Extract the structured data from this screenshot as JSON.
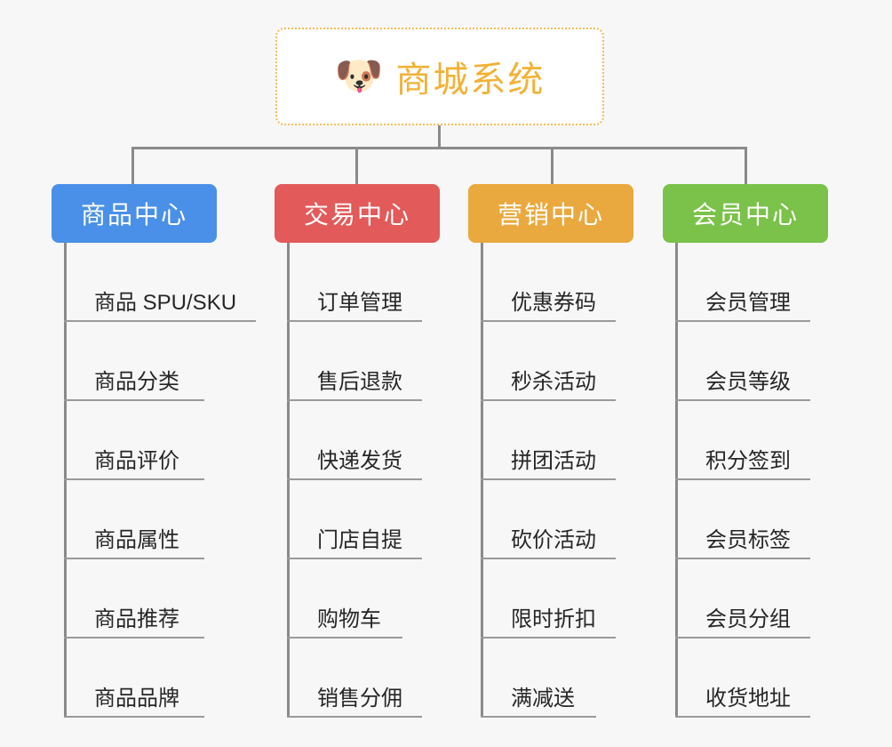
{
  "diagram": {
    "title": "商城系统",
    "type": "mindmap",
    "background_color": "#f7f7f7",
    "connector_color": "#8a8a8a",
    "root": {
      "label": "商城系统",
      "icon": "dog-face-emoji",
      "icon_glyph": "🐶",
      "text_color": "#f2b135",
      "border_color": "#f2bb5a",
      "background_color": "#ffffff"
    },
    "branches": [
      {
        "id": "product-center",
        "label": "商品中心",
        "color": "#4a90e8",
        "items": [
          {
            "label": "商品 SPU/SKU"
          },
          {
            "label": "商品分类"
          },
          {
            "label": "商品评价"
          },
          {
            "label": "商品属性"
          },
          {
            "label": "商品推荐"
          },
          {
            "label": "商品品牌"
          }
        ]
      },
      {
        "id": "trade-center",
        "label": "交易中心",
        "color": "#e25a5a",
        "items": [
          {
            "label": "订单管理"
          },
          {
            "label": "售后退款"
          },
          {
            "label": "快递发货"
          },
          {
            "label": "门店自提"
          },
          {
            "label": "购物车"
          },
          {
            "label": "销售分佣"
          }
        ]
      },
      {
        "id": "marketing-center",
        "label": "营销中心",
        "color": "#eaa93e",
        "items": [
          {
            "label": "优惠券码"
          },
          {
            "label": "秒杀活动"
          },
          {
            "label": "拼团活动"
          },
          {
            "label": "砍价活动"
          },
          {
            "label": "限时折扣"
          },
          {
            "label": "满减送"
          }
        ]
      },
      {
        "id": "member-center",
        "label": "会员中心",
        "color": "#7ac24a",
        "items": [
          {
            "label": "会员管理"
          },
          {
            "label": "会员等级"
          },
          {
            "label": "积分签到"
          },
          {
            "label": "会员标签"
          },
          {
            "label": "会员分组"
          },
          {
            "label": "收货地址"
          }
        ]
      }
    ]
  }
}
